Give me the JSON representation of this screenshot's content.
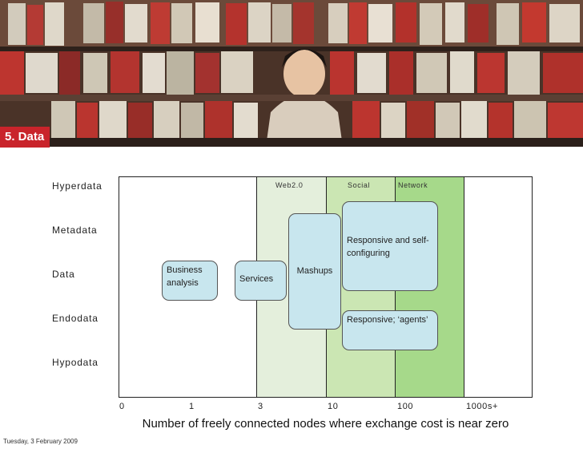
{
  "slide": {
    "section_label": "5. Data",
    "date": "Tuesday, 3 February 2009"
  },
  "diagram": {
    "y_levels": [
      "Hyperdata",
      "Metadata",
      "Data",
      "Endodata",
      "Hypodata"
    ],
    "x_ticks": [
      "0",
      "1",
      "3",
      "10",
      "100",
      "1000s+"
    ],
    "x_title": "Number of freely connected nodes where exchange cost is near zero",
    "bands": [
      {
        "label": "Web2.0",
        "color": "#e4efdc"
      },
      {
        "label": "Social",
        "color": "#cbe6b3"
      },
      {
        "label": "Network",
        "color": "#a6d98a"
      }
    ],
    "nodes": [
      {
        "label": "Business analysis"
      },
      {
        "label": "Services"
      },
      {
        "label": "Mashups"
      },
      {
        "label": "Responsive and self-configuring"
      },
      {
        "label": "Responsive; ‘agents’"
      }
    ]
  }
}
